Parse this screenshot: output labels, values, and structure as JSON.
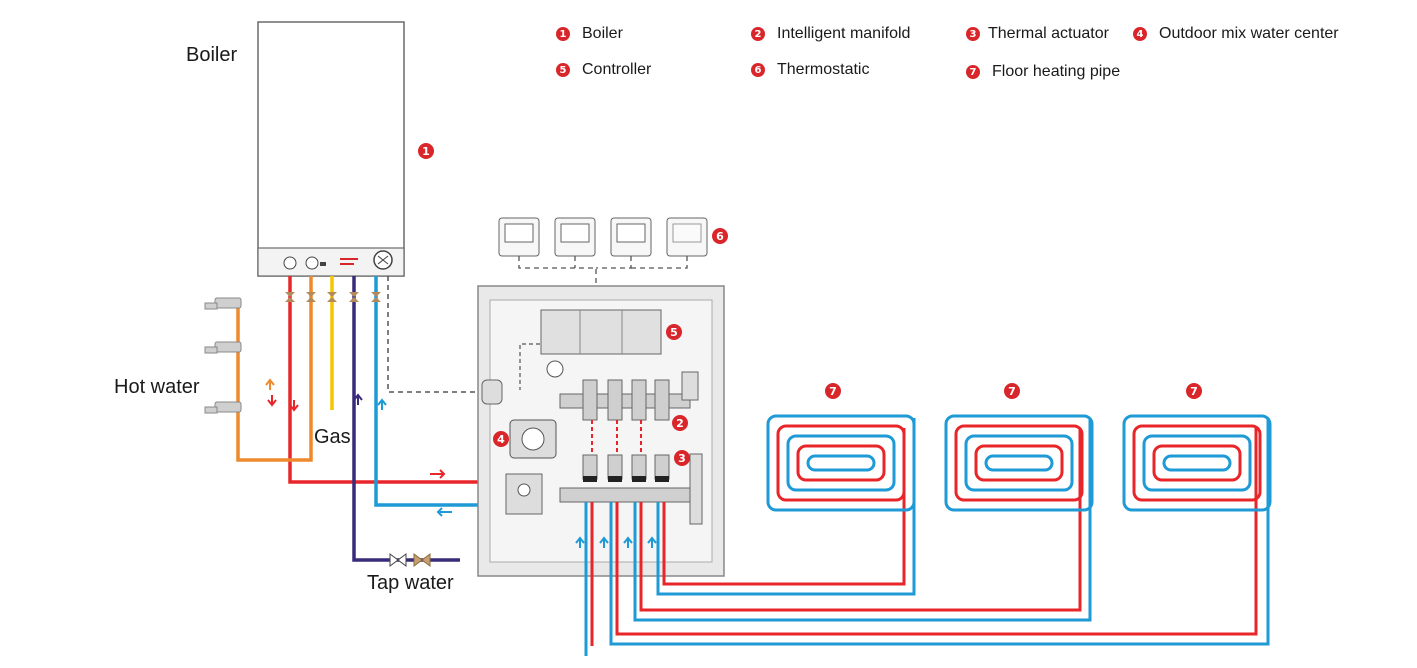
{
  "legend": [
    {
      "num": "1",
      "label": "Boiler"
    },
    {
      "num": "2",
      "label": "Intelligent manifold"
    },
    {
      "num": "3",
      "label": "Thermal actuator"
    },
    {
      "num": "4",
      "label": "Outdoor mix water center"
    },
    {
      "num": "5",
      "label": "Controller"
    },
    {
      "num": "6",
      "label": "Thermostatic"
    },
    {
      "num": "7",
      "label": "Floor heating pipe"
    }
  ],
  "labels": {
    "boiler": "Boiler",
    "hot_water": "Hot water",
    "gas": "Gas",
    "tap_water": "Tap water"
  },
  "markers": {
    "boiler": "1",
    "manifold": "2",
    "actuator": "3",
    "mix_center": "4",
    "controller": "5",
    "thermostat": "6",
    "loop": "7"
  },
  "colors": {
    "hot": "#e8262a",
    "cold": "#1e9ad6",
    "hot_water": "#ee8a2c",
    "gas": "#f6c600",
    "tap": "#3a2a7a",
    "marker": "#d8262b"
  }
}
